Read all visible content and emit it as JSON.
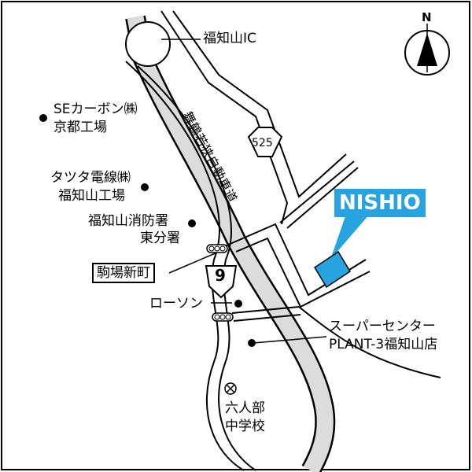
{
  "labels": {
    "ic": "福知山IC",
    "se_carbon_l1": "SEカーボン㈱",
    "se_carbon_l2": "京都工場",
    "tatsuta_l1": "タツタ電線㈱",
    "tatsuta_l2": "福知山工場",
    "fire_l1": "福知山消防署",
    "fire_l2": "東分署",
    "intersection": "駒場新町",
    "lawson": "ローソン",
    "super_l1": "スーパーセンター",
    "super_l2": "PLANT-3福知山店",
    "school_l1": "六人部",
    "school_l2": "中学校",
    "expressway": "舞鶴若狭自動車道",
    "route9": "9",
    "route525": "525",
    "north": "N"
  },
  "brand": {
    "name": "NISHIO",
    "color": "#27a3e0"
  },
  "icons": {
    "north_arrow": "north-arrow-icon",
    "traffic_signal": "traffic-signal-icon",
    "school": "school-icon",
    "poi": "poi-dot-icon"
  }
}
